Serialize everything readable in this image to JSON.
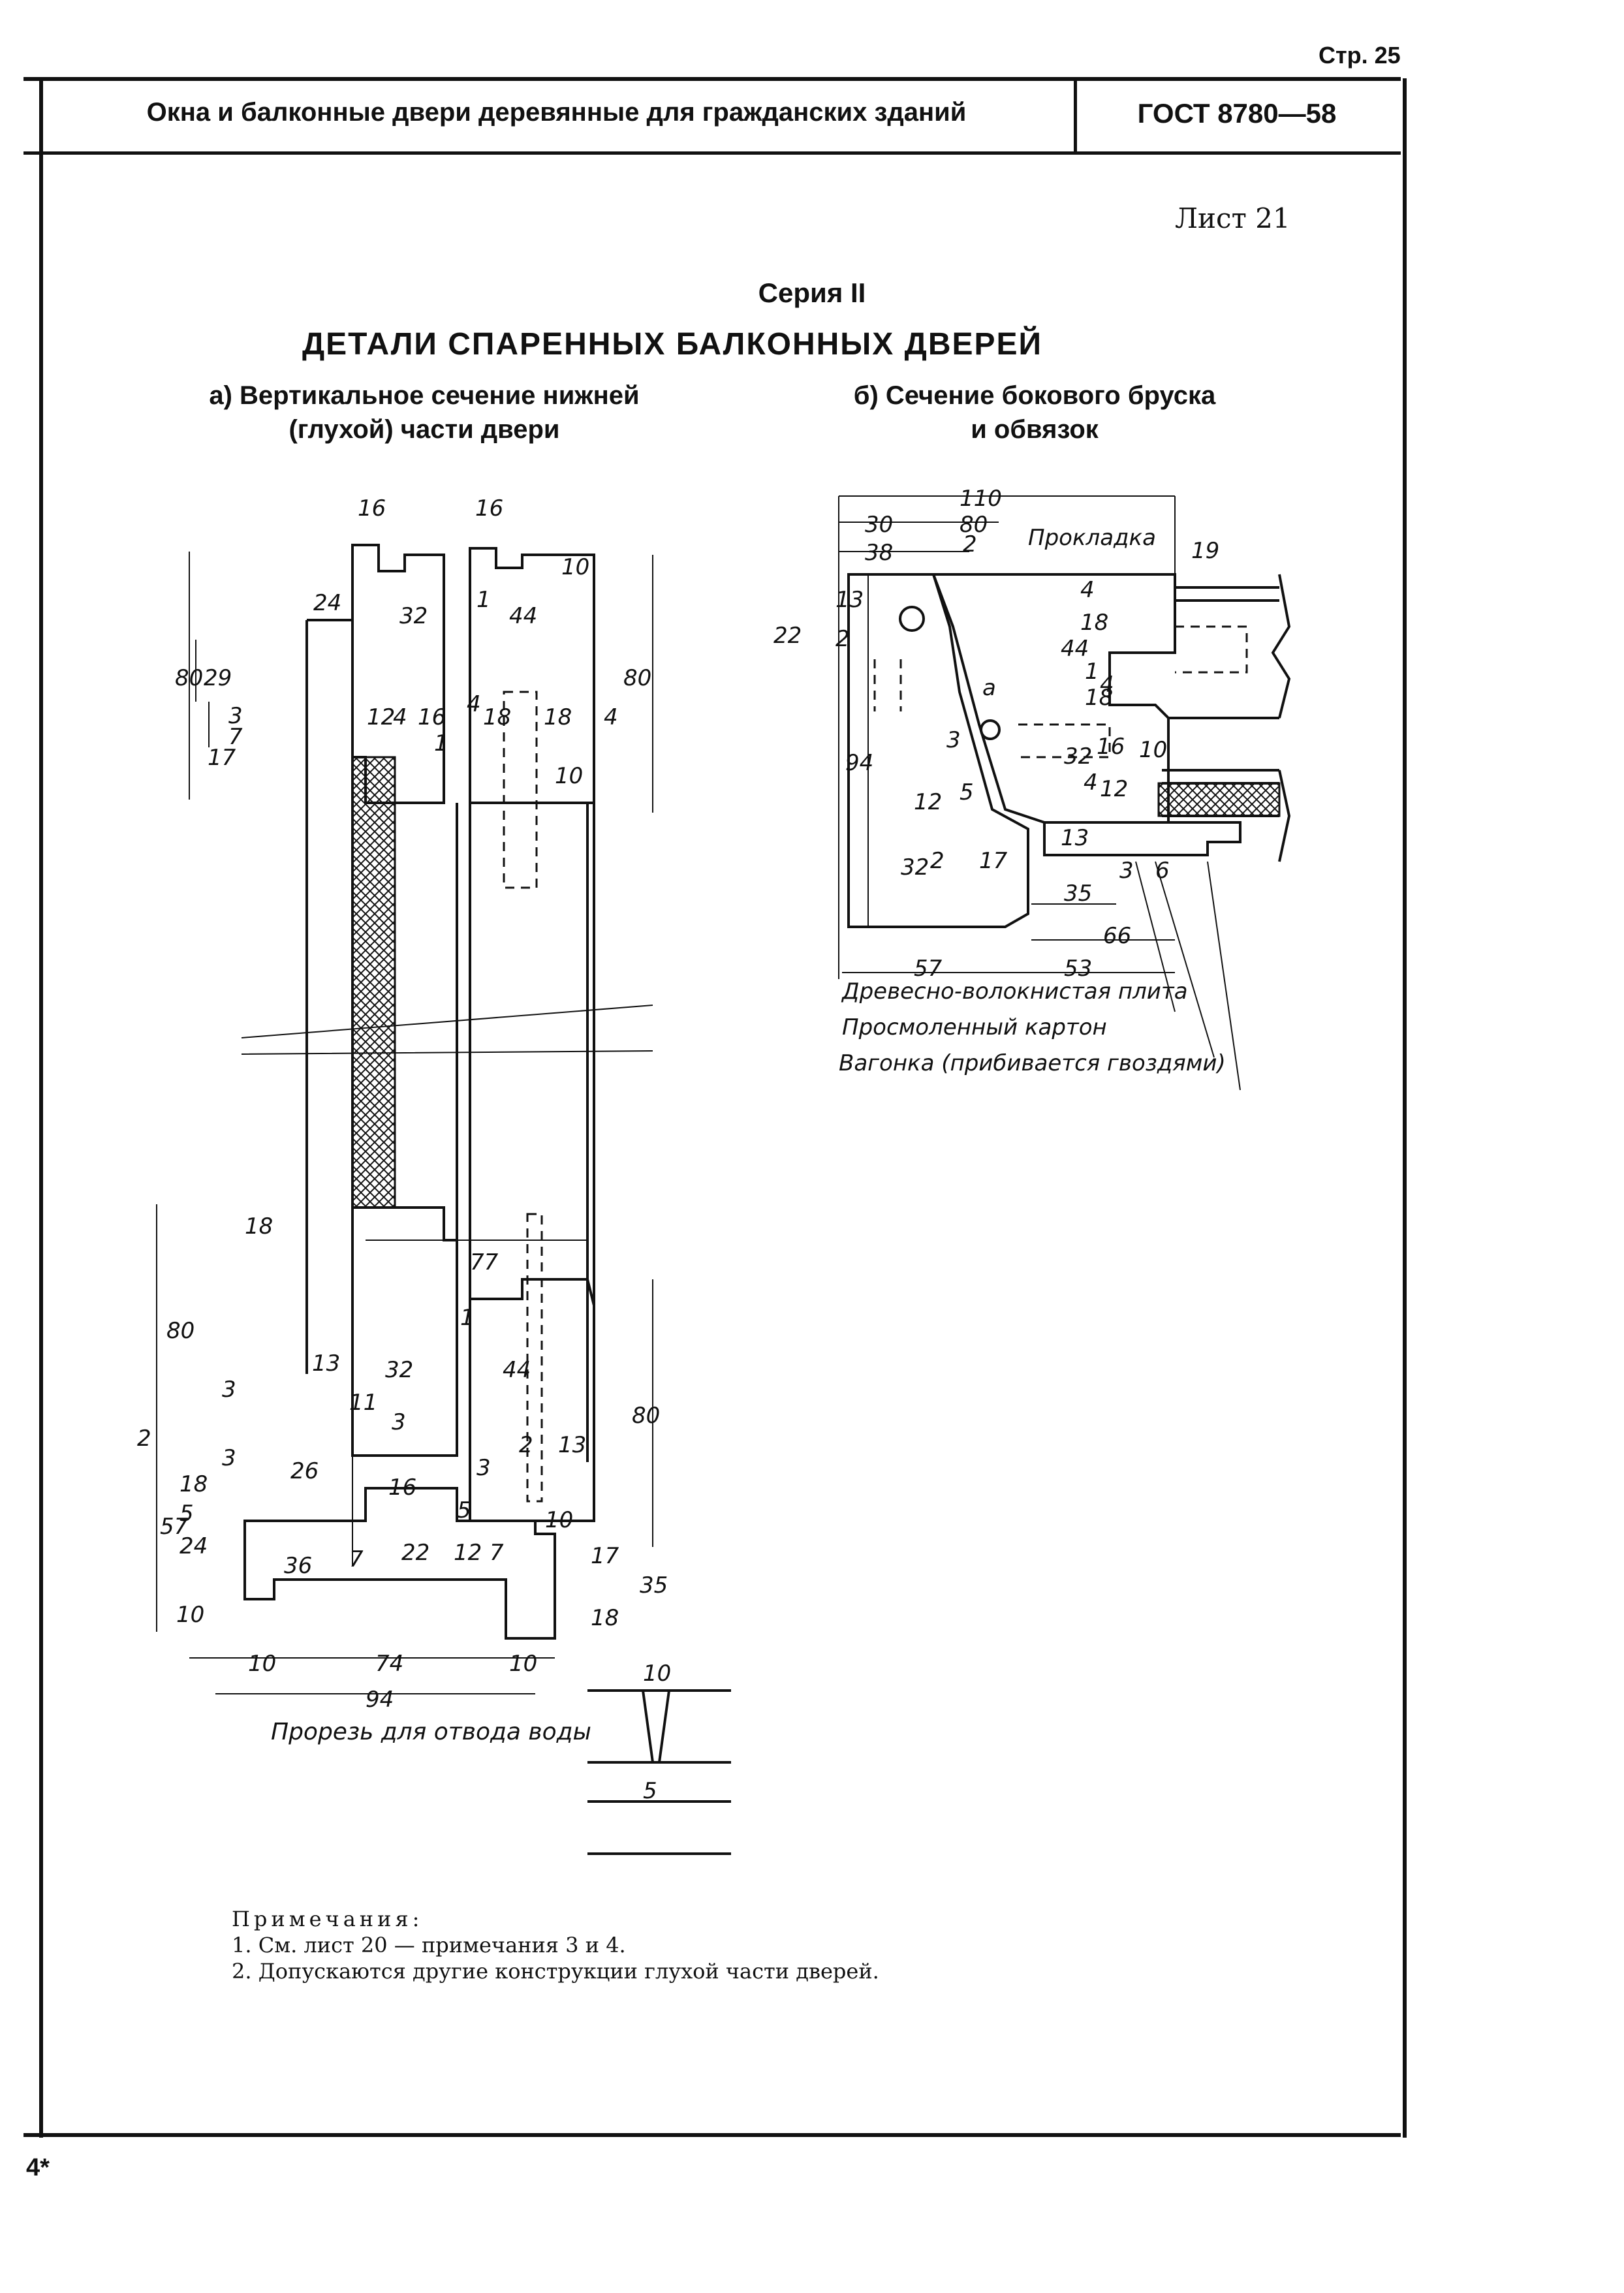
{
  "page_number": "Стр. 25",
  "header": {
    "title": "Окна и балконные двери деревянные для гражданских зданий",
    "standard": "ГОСТ 8780—58"
  },
  "sheet": "Лист 21",
  "series": "Серия II",
  "main_title": "ДЕТАЛИ СПАРЕННЫХ БАЛКОННЫХ ДВЕРЕЙ",
  "section_a": {
    "line1": "а) Вертикальное сечение нижней",
    "line2": "(глухой) части двери",
    "dims": [
      "16",
      "16",
      "10",
      "24",
      "32",
      "44",
      "80",
      "80",
      "29",
      "3",
      "7",
      "12",
      "4",
      "16",
      "4",
      "18",
      "18",
      "4",
      "1",
      "1",
      "10",
      "17",
      "18",
      "77",
      "80",
      "13",
      "32",
      "1",
      "44",
      "3",
      "11",
      "3",
      "80",
      "2",
      "3",
      "18",
      "26",
      "16",
      "2",
      "13",
      "3",
      "5",
      "57",
      "24",
      "5",
      "36",
      "7",
      "22",
      "12",
      "7",
      "10",
      "17",
      "35",
      "10",
      "18",
      "10",
      "74",
      "10",
      "94",
      "10",
      "5"
    ],
    "slot_label": "Прорезь для отвода воды"
  },
  "section_b": {
    "line1": "б) Сечение бокового бруска",
    "line2": "и обвязок",
    "dims": [
      "110",
      "30",
      "80",
      "38",
      "2",
      "19",
      "22",
      "13",
      "2",
      "4",
      "18",
      "44",
      "a",
      "1",
      "18",
      "4",
      "94",
      "3",
      "32",
      "16",
      "10",
      "12",
      "4",
      "5",
      "12",
      "32",
      "2",
      "17",
      "13",
      "35",
      "3",
      "6",
      "66",
      "57",
      "53"
    ],
    "labels": [
      "Прокладка",
      "Древесно-волокнистая плита",
      "Просмоленный картон",
      "Вагонка (прибивается гвоздями)"
    ]
  },
  "notes": {
    "title": "Примечания:",
    "items": [
      "1. См. лист 20 — примечания 3 и 4.",
      "2. Допускаются другие конструкции глухой части дверей."
    ]
  },
  "footer": "4*"
}
